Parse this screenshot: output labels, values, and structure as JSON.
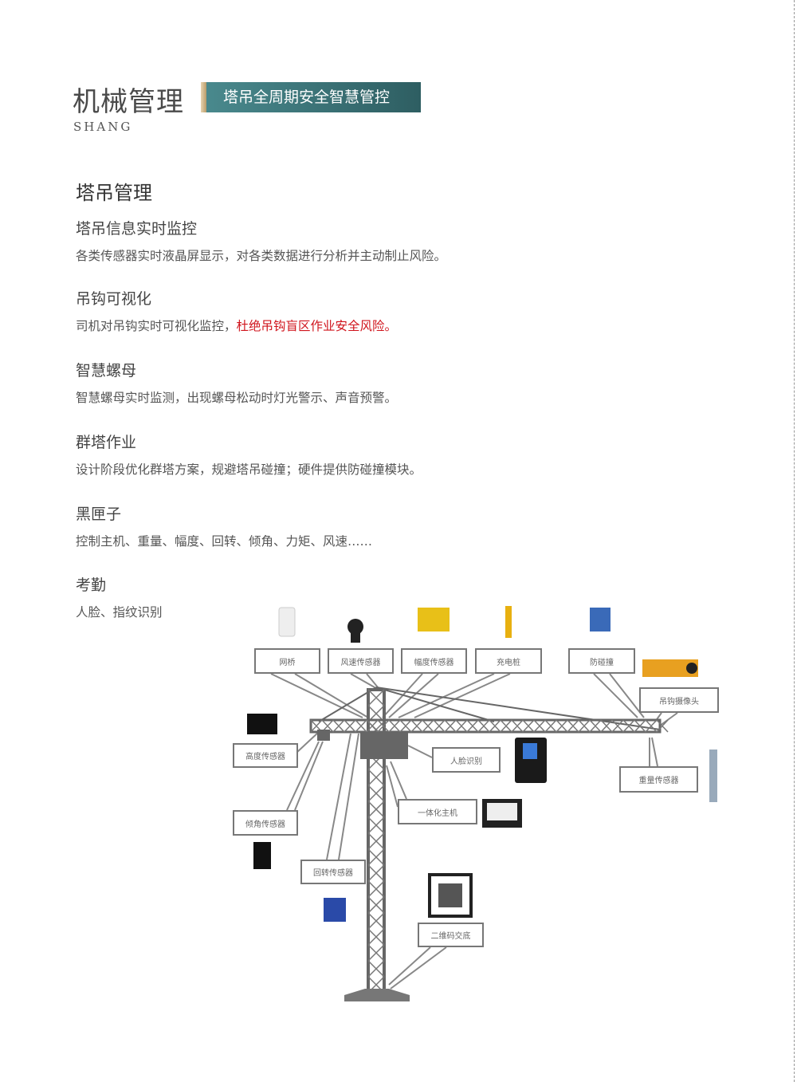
{
  "header": {
    "title": "机械管理",
    "subtitle": "SHANG",
    "banner": "塔吊全周期安全智慧管控"
  },
  "section_title": "塔吊管理",
  "items": [
    {
      "title": "塔吊信息实时监控",
      "desc": "各类传感器实时液晶屏显示，对各类数据进行分析并主动制止风险。"
    },
    {
      "title": "吊钩可视化",
      "desc": "司机对吊钩实时可视化监控，",
      "desc_highlight": "杜绝吊钩盲区作业安全风险。"
    },
    {
      "title": "智慧螺母",
      "desc": "智慧螺母实时监测，出现螺母松动时灯光警示、声音预警。"
    },
    {
      "title": "群塔作业",
      "desc": "设计阶段优化群塔方案，规避塔吊碰撞；硬件提供防碰撞模块。"
    },
    {
      "title": "黑匣子",
      "desc": "控制主机、重量、幅度、回转、倾角、力矩、风速……"
    },
    {
      "title": "考勤",
      "desc": "人脸、指纹识别"
    }
  ],
  "diagram": {
    "labels": {
      "bridge": "网桥",
      "wind": "风速传感器",
      "amplitude": "幅度传感器",
      "charger": "充电桩",
      "anticollision": "防碰撞",
      "hook_camera": "吊钩摄像头",
      "height": "高度传感器",
      "face": "人脸识别",
      "weight": "重量传感器",
      "host": "一体化主机",
      "tilt": "倾角传感器",
      "rotation": "回转传感器",
      "qrcode": "二维码交底"
    }
  },
  "colors": {
    "banner": "#3a7478",
    "highlight": "#d0141c"
  }
}
